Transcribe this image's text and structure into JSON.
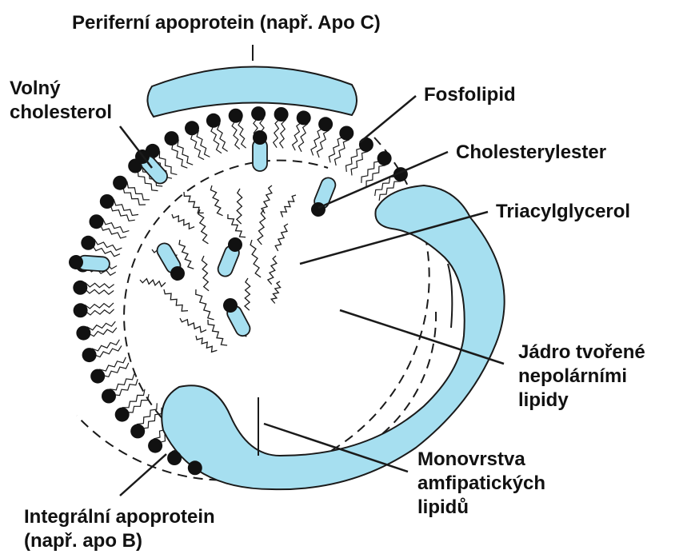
{
  "colors": {
    "protein": "#a6dff0",
    "outline": "#1a1a1a",
    "head": "#111111",
    "text": "#111111"
  },
  "labels": {
    "peripheral_apoprotein": "Periferní apoprotein (např. Apo C)",
    "free_cholesterol": [
      "Volný",
      "cholesterol"
    ],
    "phospholipid": "Fosfolipid",
    "cholesteryl_ester": "Cholesterylester",
    "triacylglycerol": "Triacylglycerol",
    "core": [
      "Jádro tvořené",
      "nepolárními",
      "lipidy"
    ],
    "monolayer": [
      "Monovrstva",
      "amfipatických",
      "lipidů"
    ],
    "integral_apoprotein": [
      "Integrální apoprotein",
      "(např. apo B)"
    ]
  },
  "icons": {
    "phospholipid_head": "black-circle",
    "cholesterol": "blue-capsule-with-black-head"
  }
}
